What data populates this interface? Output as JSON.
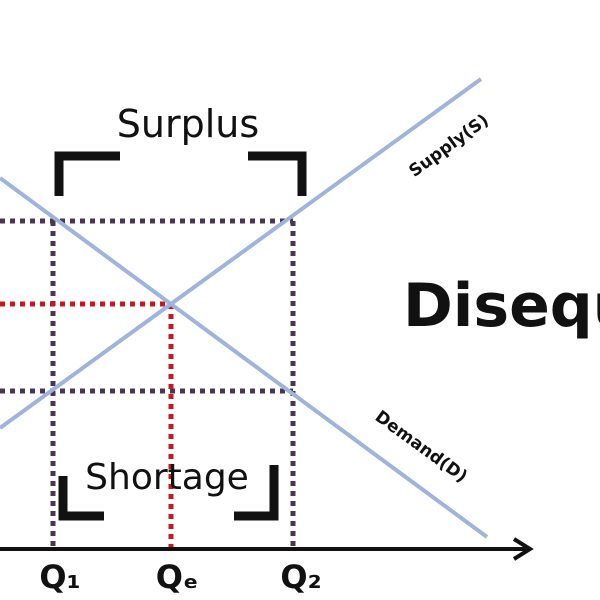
{
  "labels": {
    "surplus": "Surplus",
    "shortage": "Shortage",
    "supply_curve": "Supply(S)",
    "demand_curve": "Demand(D)",
    "heading": "Disequ",
    "q1": "Q₁",
    "qe": "Qₑ",
    "q2": "Q₂"
  },
  "colors": {
    "curves": "#9fb4dd",
    "guides": "#4a3552",
    "equilibrium_guides": "#c8171e",
    "brackets": "#111111",
    "axis": "#111111"
  }
}
